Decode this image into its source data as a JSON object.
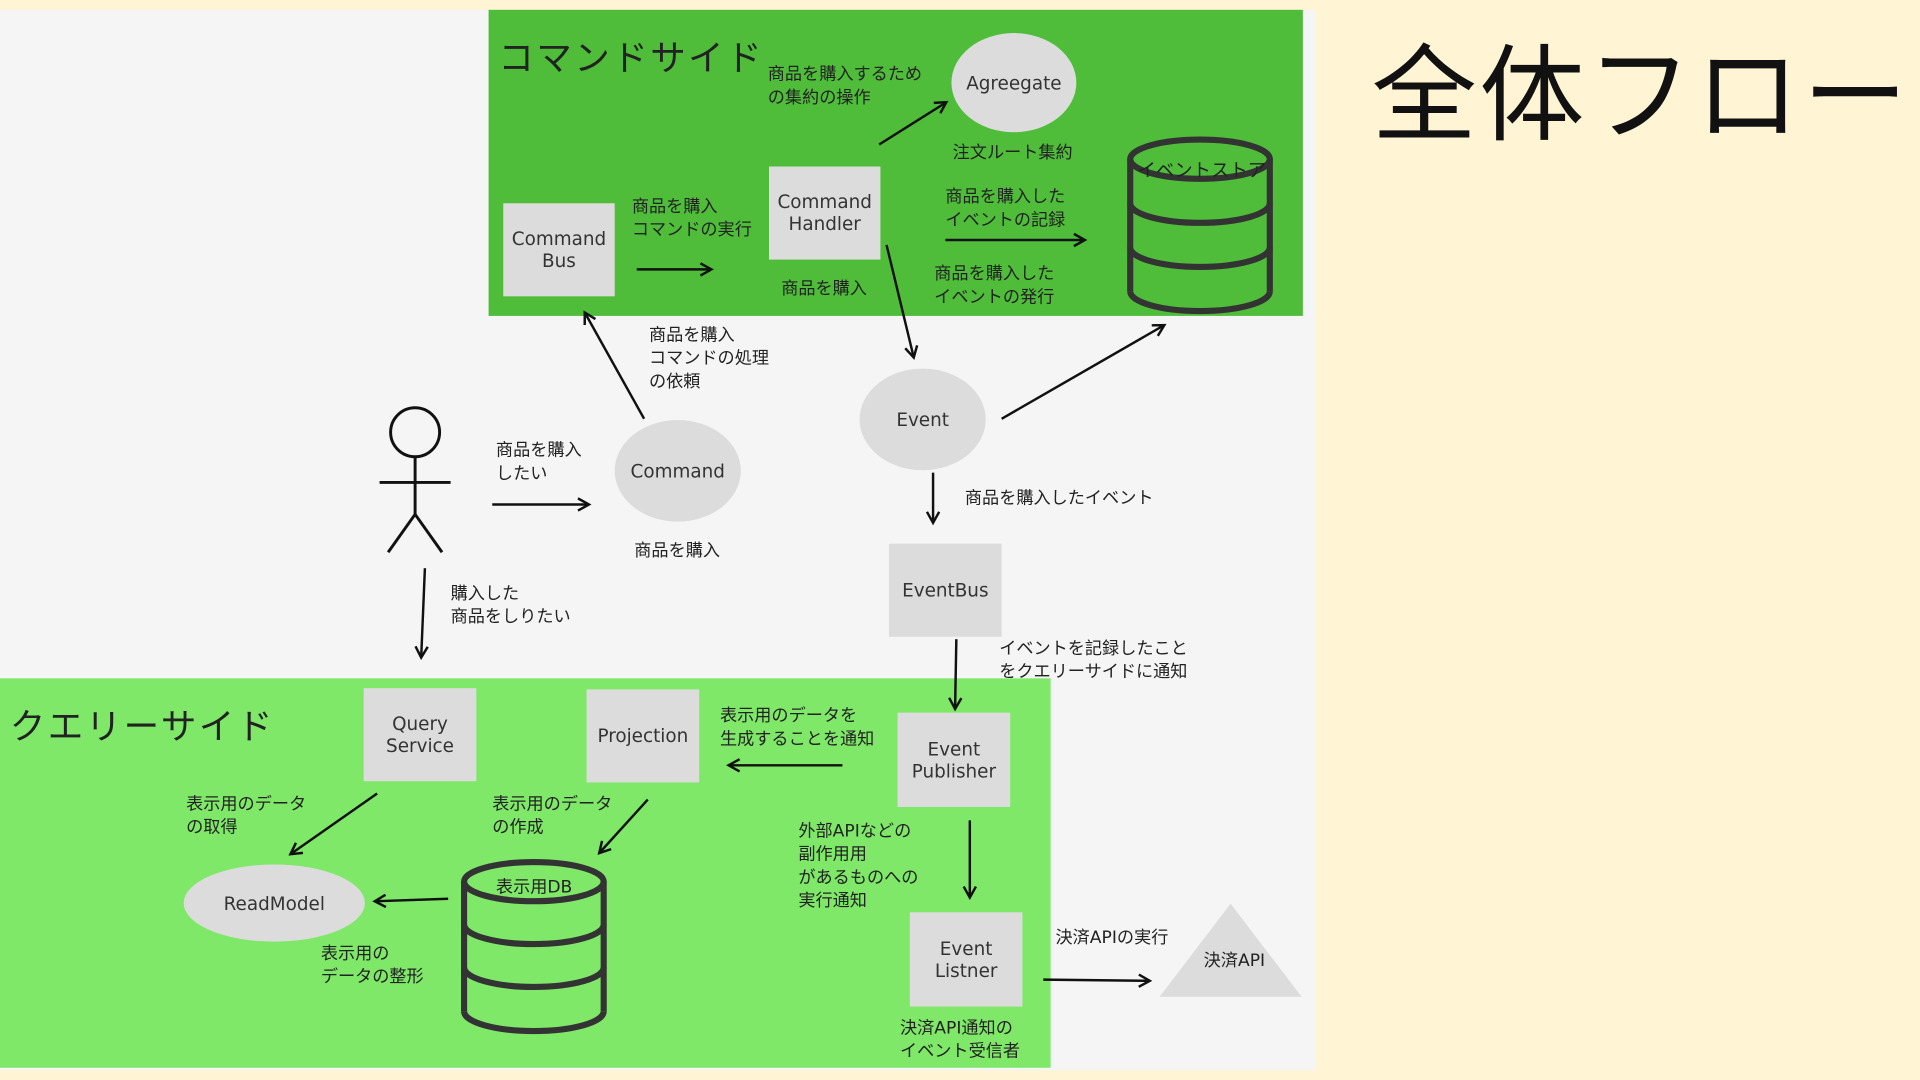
{
  "title": "全体フロー",
  "zones": {
    "command": "コマンドサイド",
    "query": "クエリーサイド"
  },
  "nodes": {
    "command_bus": "Command\nBus",
    "command_handler": "Command\nHandler",
    "aggregate": "Agreegate",
    "event_store": "イベントストア",
    "command": "Command",
    "event": "Event",
    "event_bus": "EventBus",
    "event_publisher": "Event\nPublisher",
    "query_service": "Query\nService",
    "projection": "Projection",
    "read_model": "ReadModel",
    "display_db": "表示用DB",
    "event_listener": "Event\nListner",
    "payment_api": "決済API"
  },
  "labels": {
    "aggregate_op": "商品を購入するため\nの集約の操作",
    "order_root": "注文ルート集約",
    "exec_command": "商品を購入\nコマンドの実行",
    "handler_purchase": "商品を購入",
    "record_event": "商品を購入した\nイベントの記録",
    "publish_event": "商品を購入した\nイベントの発行",
    "request_process": "商品を購入\nコマンドの処理\nの依頼",
    "want_buy": "商品を購入\nしたい",
    "command_purchase": "商品を購入",
    "purchased_event": "商品を購入したイベント",
    "want_know": "購入した\n商品をしりたい",
    "notify_query": "イベントを記録したこと\nをクエリーサイドに通知",
    "notify_generate": "表示用のデータを\n生成することを通知",
    "get_display": "表示用のデータ\nの取得",
    "create_display": "表示用のデータ\nの作成",
    "side_effect": "外部APIなどの\n副作用用\nがあるものへの\n実行通知",
    "shape_display": "表示用の\nデータの整形",
    "exec_payment": "決済APIの実行",
    "listener_role": "決済API通知の\nイベント受信者"
  },
  "colors": {
    "command_zone": "#4FBD3A",
    "query_zone": "#7FE868",
    "node": "#DCDCDC",
    "background": "#FFF5D4"
  }
}
